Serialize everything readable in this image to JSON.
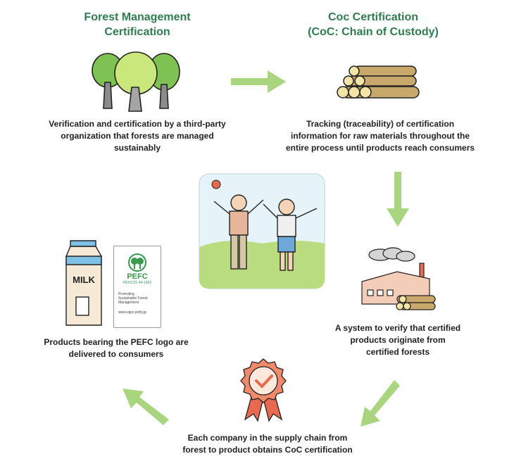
{
  "forest": {
    "title_line1": "Forest Management",
    "title_line2": "Certification",
    "desc_line1": "Verification and certification by a third-party",
    "desc_line2": "organization that forests are managed",
    "desc_line3": "sustainably"
  },
  "coc": {
    "title_line1": "Coc Certification",
    "title_line2": "(CoC: Chain of Custody)",
    "desc_line1": "Tracking (traceability) of certification",
    "desc_line2": "information for raw materials throughout the",
    "desc_line3": "entire process until products reach consumers"
  },
  "factory": {
    "desc_line1": "A system to verify that certified",
    "desc_line2": "products originate from",
    "desc_line3": "certified forests"
  },
  "supply": {
    "desc_line1": "Each company in the supply chain from",
    "desc_line2": "forest to product obtains CoC certification"
  },
  "consumer": {
    "desc_line1": "Products bearing the PEFC logo are",
    "desc_line2": "delivered to consumers",
    "milk_label": "MILK"
  },
  "pefc_label": {
    "brand": "PEFC",
    "code": "PEFC/31-44-1452",
    "line1": "Promoting",
    "line2": "Sustainable Forest",
    "line3": "Management",
    "url": "www.sgec-pefcj.jp"
  },
  "colors": {
    "arrow": "#a8d57e",
    "title": "#2e7d4f",
    "pefc_green": "#3a9a4c",
    "ribbon": "#e8694e"
  }
}
